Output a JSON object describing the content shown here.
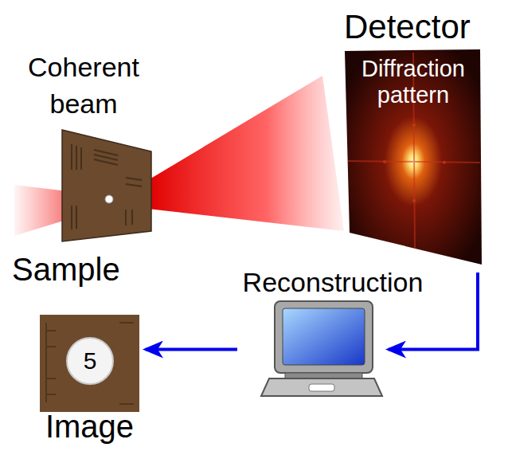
{
  "diagram": {
    "nodes": [
      {
        "text": [
          "Sample"
        ]
      },
      {
        "text": [
          "Detector",
          "Diffraction pattern"
        ]
      },
      {
        "text": [
          "Reconstruction"
        ]
      },
      {
        "text": [
          "Image"
        ]
      }
    ],
    "edges": [
      {
        "from": 1,
        "to": 2,
        "arrow": "to"
      },
      {
        "from": 2,
        "to": 3,
        "arrow": "to"
      }
    ],
    "labels": [
      "Coherent beam",
      "5"
    ]
  }
}
